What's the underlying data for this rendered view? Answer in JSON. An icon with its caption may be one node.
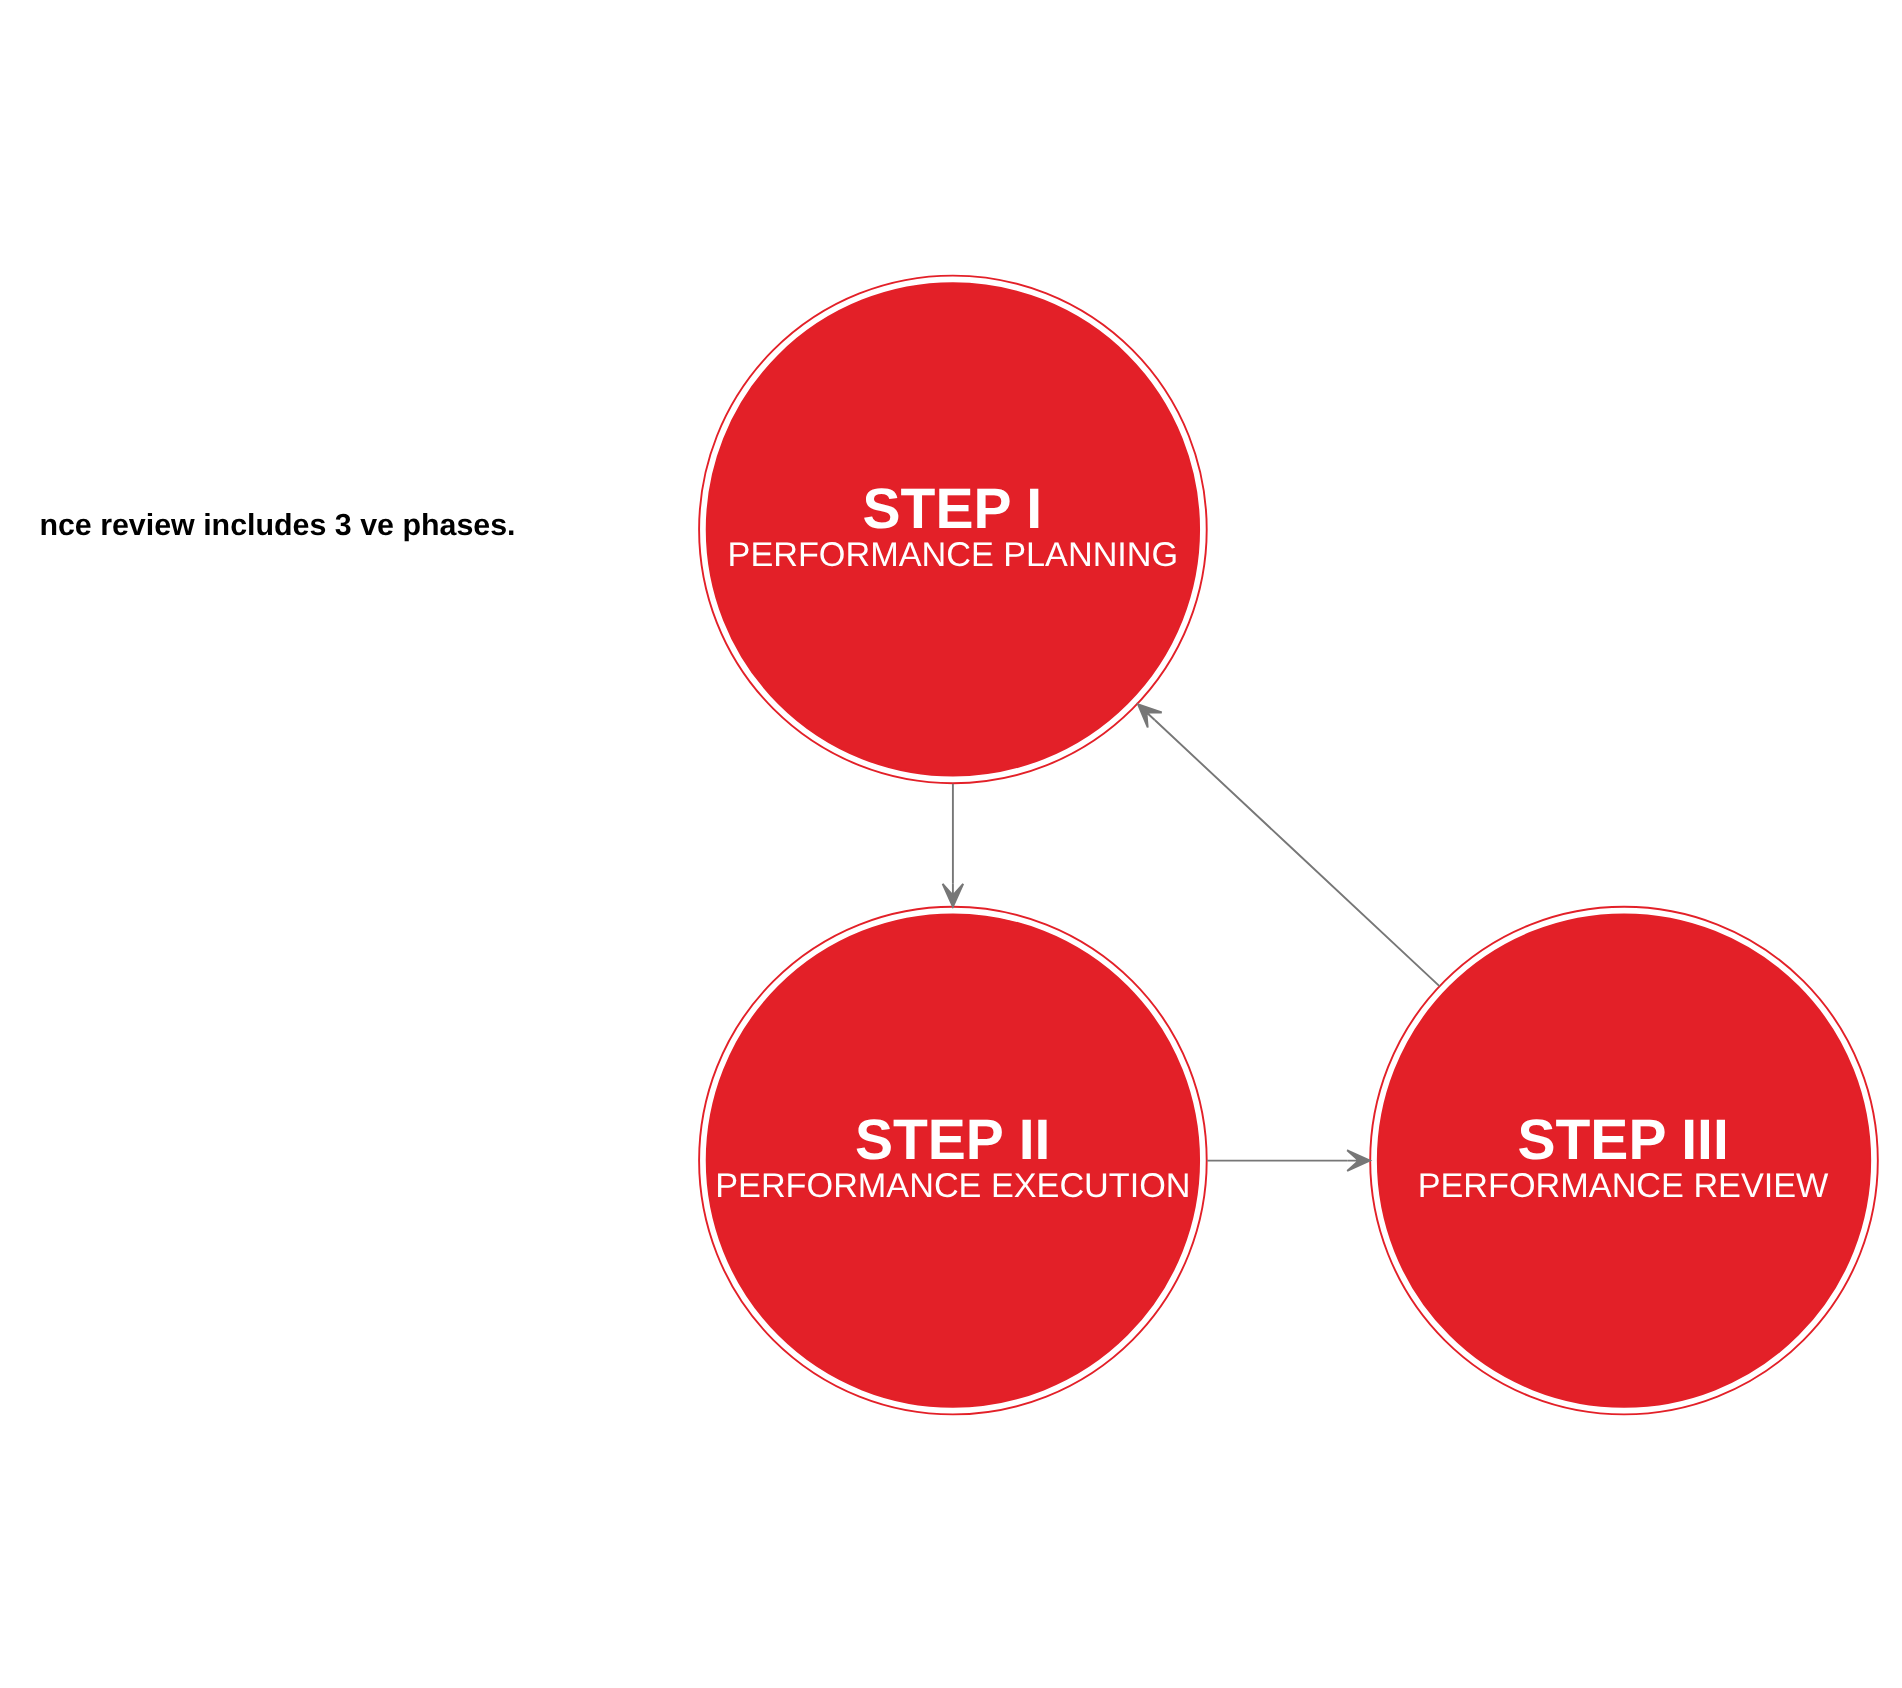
{
  "diagram": {
    "nodes": [
      {
        "text": [
          "STEP I",
          "PERFORMANCE PLANNING"
        ]
      },
      {
        "text": [
          "STEP II",
          "PERFORMANCE EXECUTION"
        ]
      },
      {
        "text": [
          "STEP III",
          "PERFORMANCE REVIEW"
        ]
      }
    ],
    "edges": [
      {
        "from": 0,
        "to": 1,
        "arrow": "to"
      },
      {
        "from": 1,
        "to": 2,
        "arrow": "to"
      },
      {
        "from": 2,
        "to": 0,
        "arrow": "to"
      }
    ],
    "labels": [
      "nce review includes 3 ve phases."
    ]
  }
}
